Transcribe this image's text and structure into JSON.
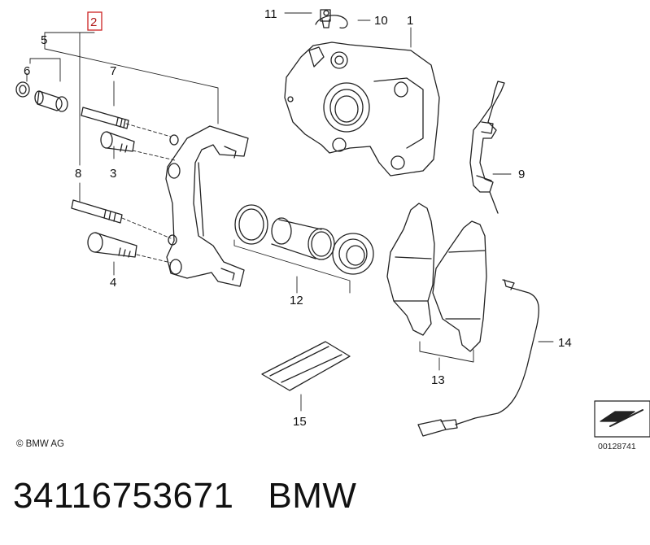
{
  "diagram": {
    "callouts": {
      "c1": "1",
      "c2": "2",
      "c3": "3",
      "c4": "4",
      "c5": "5",
      "c6": "6",
      "c7": "7",
      "c8": "8",
      "c9": "9",
      "c10": "10",
      "c11": "11",
      "c12": "12",
      "c13": "13",
      "c14": "14",
      "c15": "15"
    },
    "highlighted_callout": "2",
    "highlight_color": "#cc2222",
    "copyright": "© BMW AG",
    "figure_reference": "00128741"
  },
  "footer": {
    "part_number": "34116753671",
    "brand": "BMW"
  }
}
